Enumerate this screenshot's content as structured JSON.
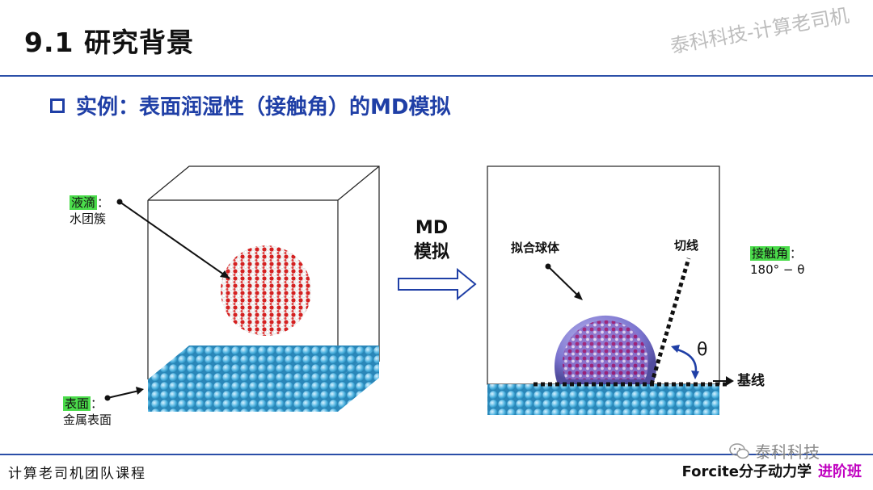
{
  "title": "9.1 研究背景",
  "watermark": "泰科科技-计算老司机",
  "subtitle": "实例：表面润湿性（接触角）的MD模拟",
  "left_panel": {
    "droplet_tag": "液滴",
    "droplet_colon": "：",
    "droplet_desc": "水团簇",
    "surface_tag": "表面",
    "surface_colon": "：",
    "surface_desc": "金属表面"
  },
  "arrow_label_line1": "MD",
  "arrow_label_line2": "模拟",
  "right_panel": {
    "fit_sphere": "拟合球体",
    "tangent": "切线",
    "baseline": "基线",
    "theta": "θ",
    "contact_angle_tag": "接触角",
    "contact_angle_colon": "：",
    "contact_angle_formula": "180° − θ"
  },
  "footer": {
    "left": "计算老司机团队课程",
    "right_main": "Forcite分子动力学",
    "right_accent": "进阶班",
    "wechat_text": "泰科科技"
  },
  "colors": {
    "accent_blue": "#1f3fa6",
    "highlight_green": "#4bdc4b",
    "atom_blue": "#4fb3e0",
    "water_red": "#d42020",
    "footer_accent": "#c000c0"
  }
}
